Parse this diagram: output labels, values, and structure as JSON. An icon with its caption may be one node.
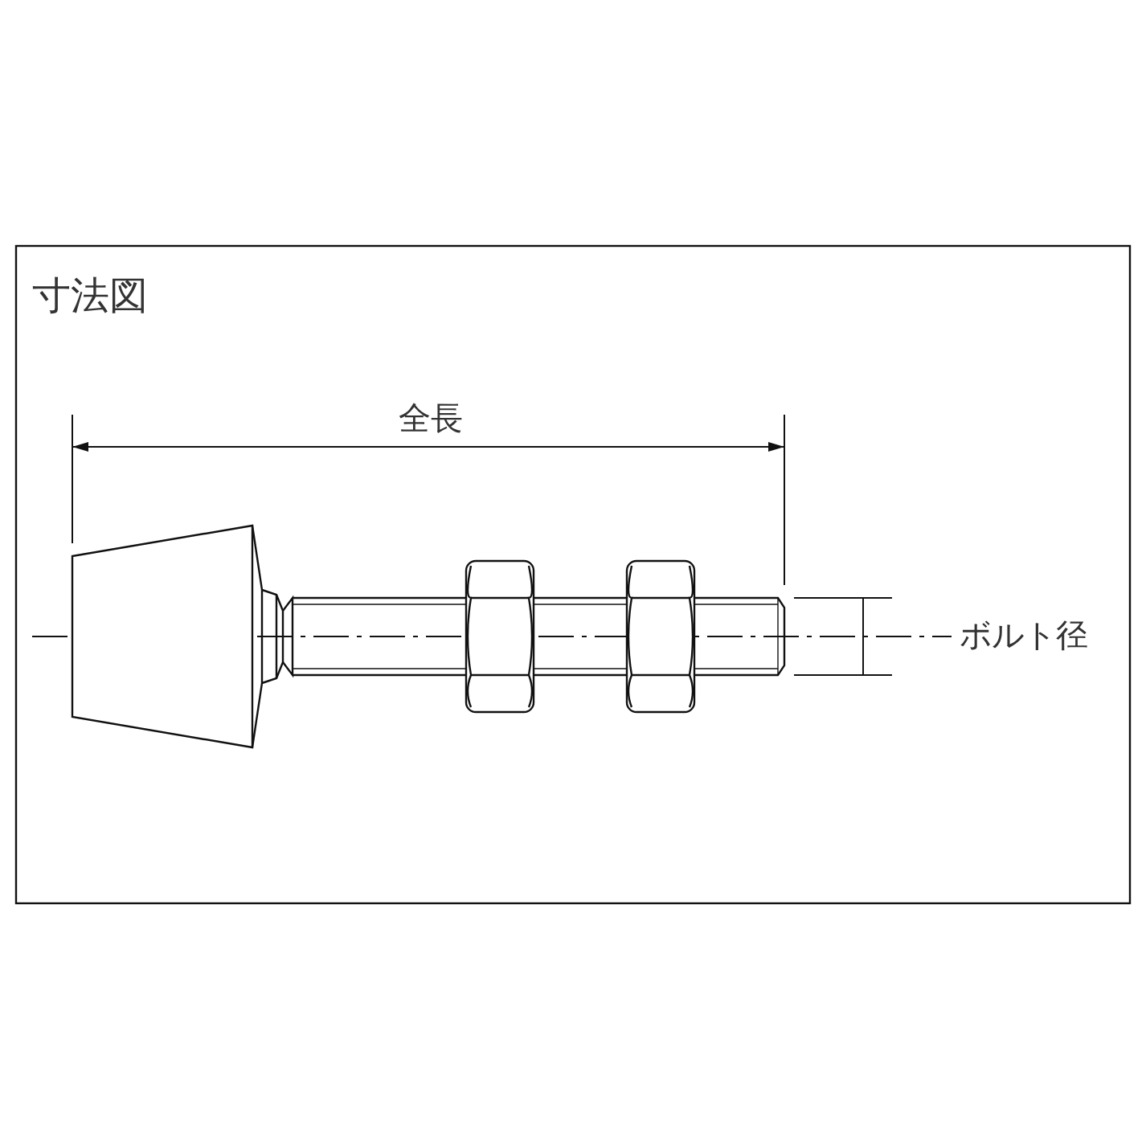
{
  "diagram": {
    "title": "寸法図",
    "labels": [
      "全長",
      "ボルト径"
    ]
  }
}
